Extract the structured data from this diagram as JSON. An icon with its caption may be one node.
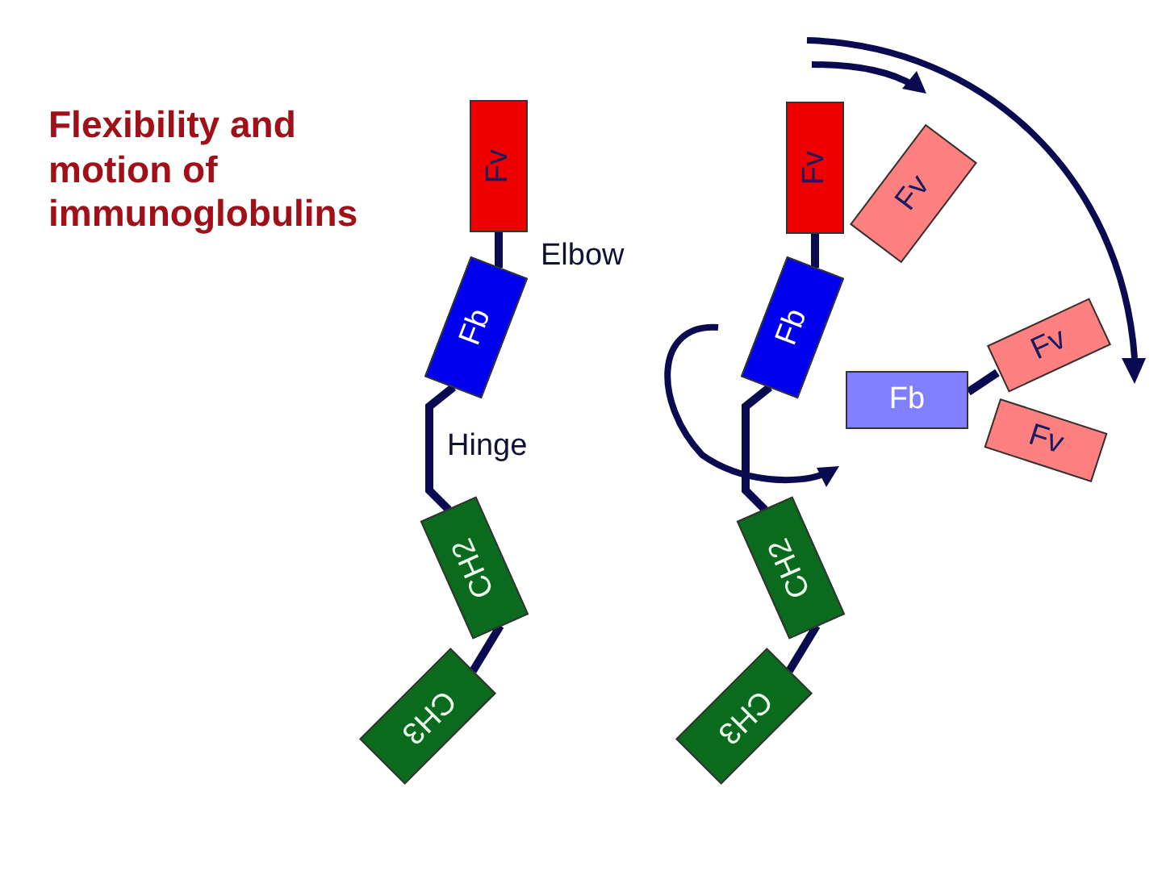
{
  "diagram": {
    "title": "Flexibility and motion of immunoglobulins",
    "nodes": [
      {
        "text": [
          "Fv"
        ]
      },
      {
        "text": [
          "Fb"
        ]
      },
      {
        "text": [
          "CH2"
        ]
      },
      {
        "text": [
          "CH3"
        ]
      },
      {
        "text": [
          "Fv"
        ]
      },
      {
        "text": [
          "Fv"
        ]
      },
      {
        "text": [
          "Fb"
        ]
      },
      {
        "text": [
          "Fb"
        ]
      },
      {
        "text": [
          "Fv"
        ]
      },
      {
        "text": [
          "Fv"
        ]
      },
      {
        "text": [
          "CH2"
        ]
      },
      {
        "text": [
          "CH3"
        ]
      }
    ],
    "edges": [
      {
        "from": 0,
        "to": 1,
        "arrow": "none"
      },
      {
        "from": 1,
        "to": 2,
        "arrow": "none"
      },
      {
        "from": 2,
        "to": 3,
        "arrow": "none"
      },
      {
        "from": 4,
        "to": 6,
        "arrow": "none"
      },
      {
        "from": 6,
        "to": 10,
        "arrow": "none"
      },
      {
        "from": 10,
        "to": 11,
        "arrow": "none"
      },
      {
        "from": 7,
        "to": 8,
        "arrow": "none"
      }
    ],
    "labels": [
      "Elbow",
      "Hinge"
    ]
  }
}
